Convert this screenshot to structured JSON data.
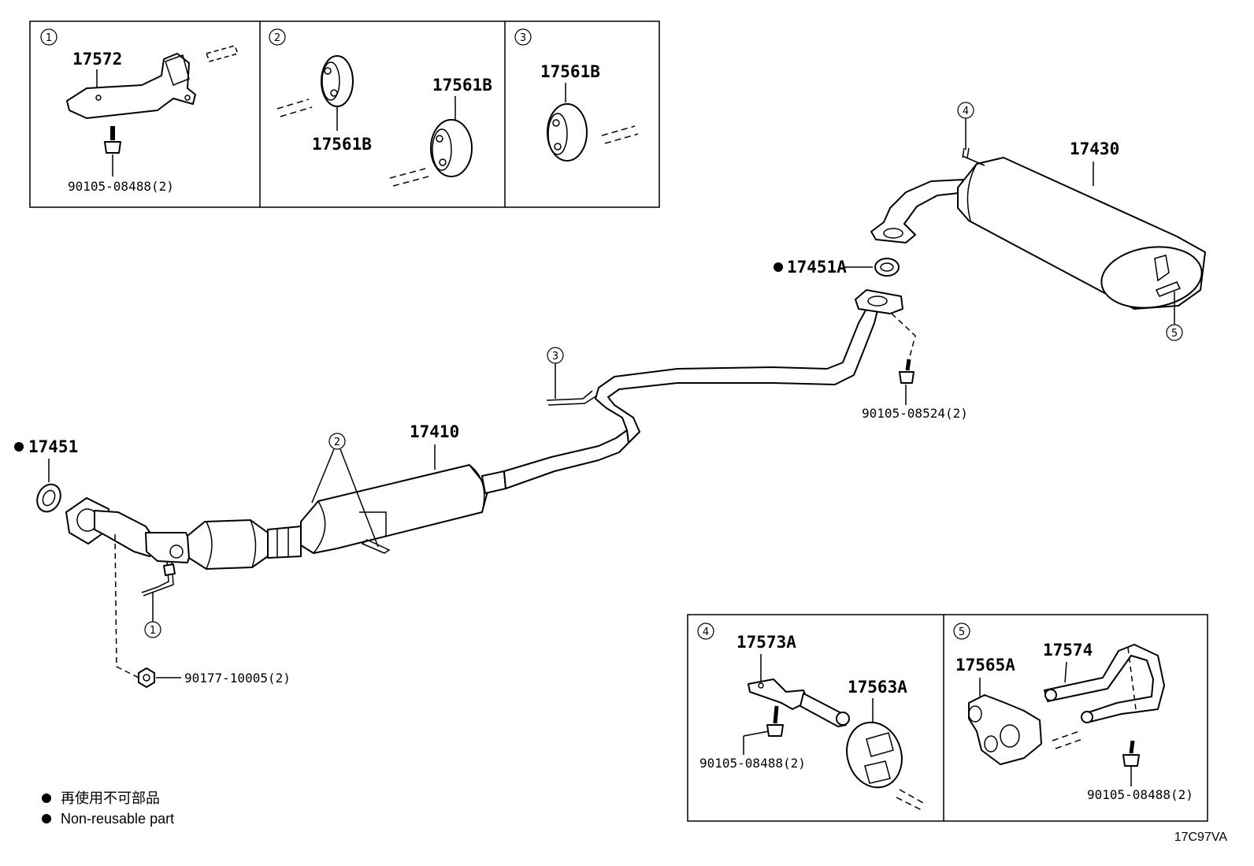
{
  "insets": {
    "inset1": {
      "num": "1",
      "parts": {
        "bracket": "17572",
        "bolt": "90105-08488(2)"
      }
    },
    "inset2": {
      "num": "2",
      "parts": {
        "hanger_a": "17561B",
        "hanger_b": "17561B"
      }
    },
    "inset3": {
      "num": "3",
      "parts": {
        "hanger": "17561B"
      }
    },
    "inset4": {
      "num": "4",
      "parts": {
        "bracket": "17573A",
        "hanger": "17563A",
        "bolt": "90105-08488(2)"
      }
    },
    "inset5": {
      "num": "5",
      "parts": {
        "cushion": "17565A",
        "bracket": "17574",
        "bolt": "90105-08488(2)"
      }
    }
  },
  "main": {
    "gasket_front": "17451",
    "front_pipe": "17410",
    "gasket_rear": "17451A",
    "tail_pipe": "17430",
    "rear_bolt": "90105-08524(2)",
    "front_nut": "90177-10005(2)",
    "callouts": {
      "c1": "1",
      "c2": "2",
      "c3": "3",
      "c4": "4",
      "c5": "5"
    }
  },
  "legend": {
    "jp": "再使用不可部品",
    "en": "Non-reusable part"
  },
  "figure_code": "17C97VA"
}
